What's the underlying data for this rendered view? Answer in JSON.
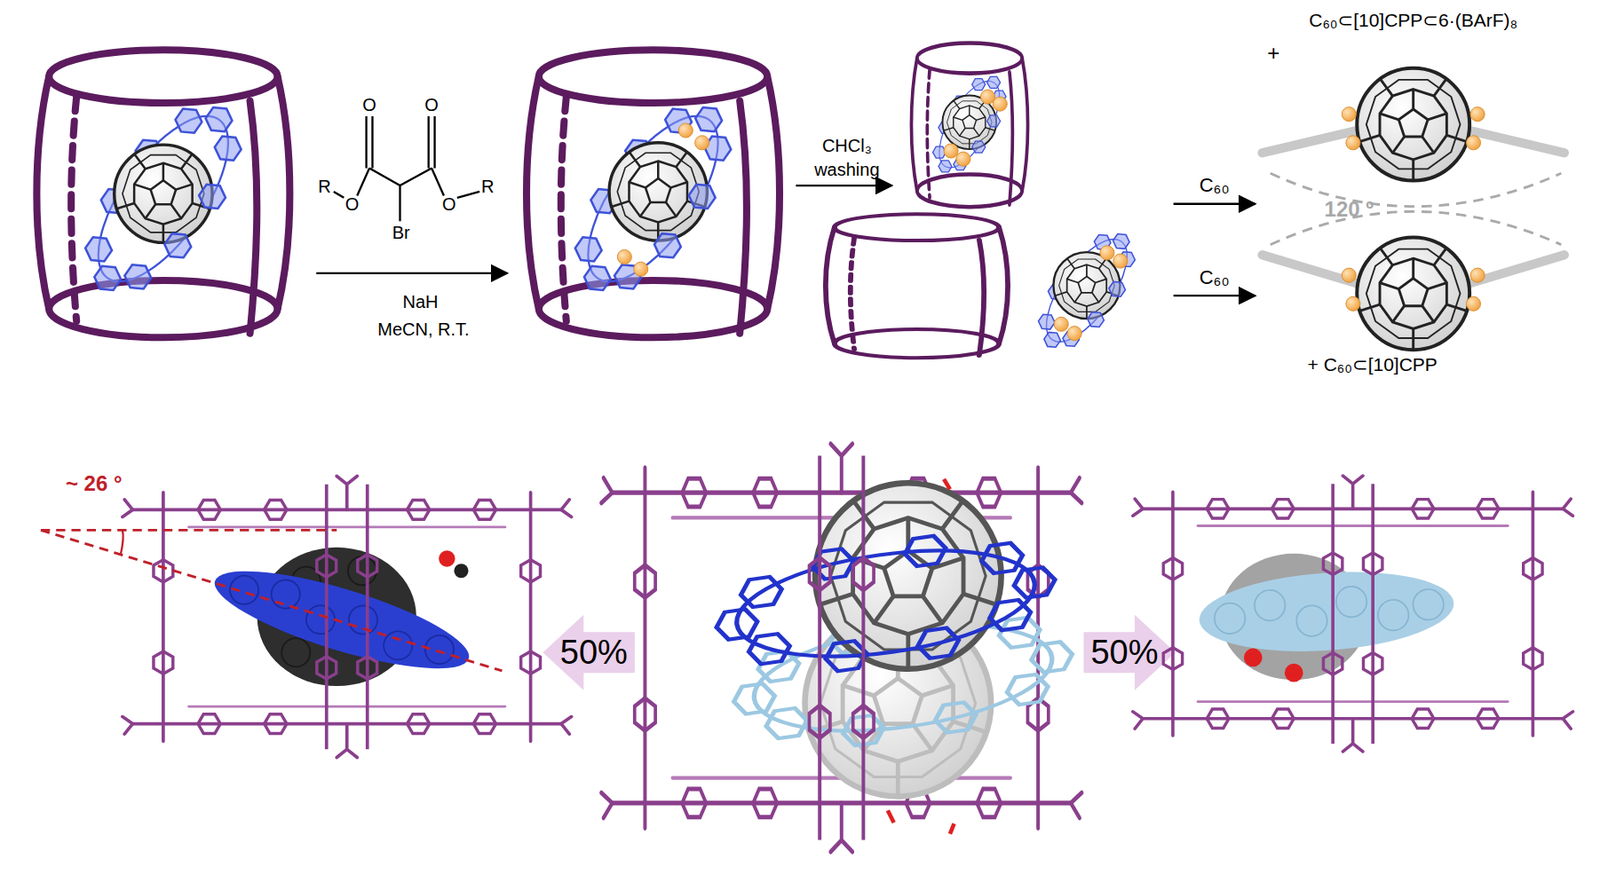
{
  "diagram": {
    "labels": [
      "R",
      "O",
      "O",
      "O",
      "O",
      "R",
      "Br",
      "NaH",
      "MeCN, R.T.",
      "CHCl₃",
      "washing",
      "C₆₀⊂[10]CPP⊂6·(BArF)₈",
      "+",
      "C₆₀",
      "120 º",
      "C₆₀",
      "+ C₆₀⊂[10]CPP",
      "~ 26 °",
      "50%",
      "50%"
    ]
  }
}
